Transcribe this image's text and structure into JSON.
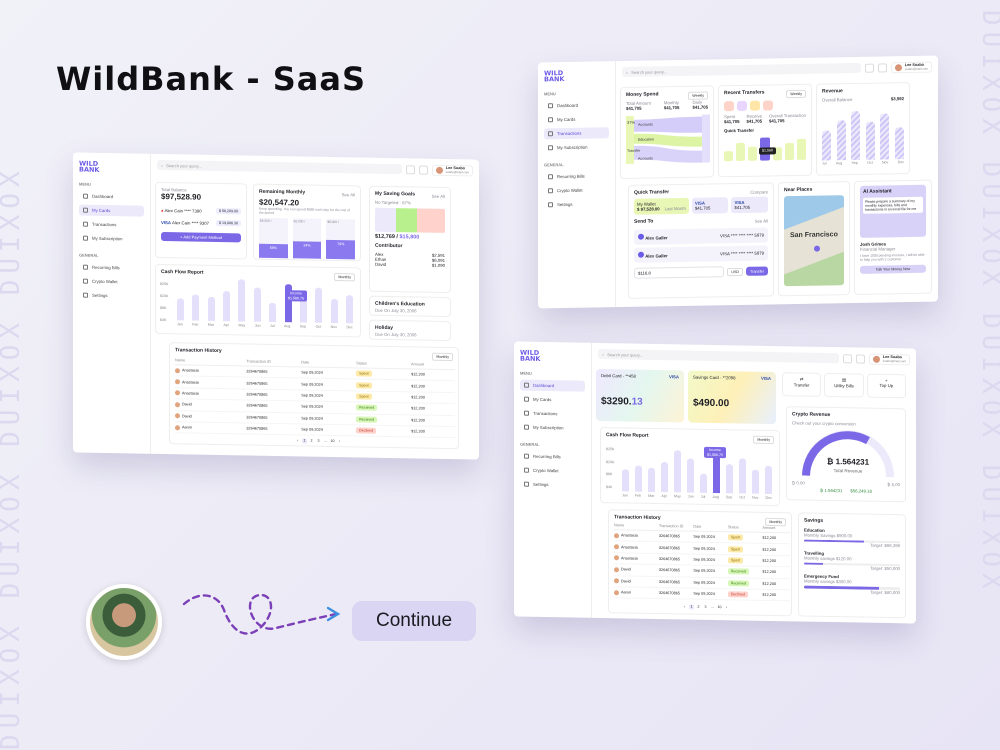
{
  "page": {
    "title": "WildBank - SaaS",
    "continue_label": "Continue",
    "deco_text": "DUIXOX DUIXOX DUIXOX DUIXOX"
  },
  "app": {
    "logo_top": "WILD",
    "logo_bottom": "BANK",
    "menu_heading": "MENU",
    "general_heading": "GENERAL",
    "menu": [
      "Dashboard",
      "My Cards",
      "Transactions",
      "My Subscription"
    ],
    "general": [
      "Recurring Bills",
      "Crypto Wallet",
      "Settings"
    ],
    "search_placeholder": "Search your query...",
    "user_name": "Lee Soabo",
    "user_email": "soabo@mail.com"
  },
  "shot1": {
    "total_balance_label": "Total Balance",
    "total_balance": "$97,528.90",
    "cards": [
      {
        "name": "Alex Cain",
        "number": "**** 7390",
        "amount": "$ 56,209.00"
      },
      {
        "name": "Alex Cain",
        "number": "**** 9307",
        "amount": "$ 19,006.30"
      }
    ],
    "add_payment": "+ Add Payment Method",
    "remaining_label": "Remaining Monthly",
    "remaining_amount": "$20,547.20",
    "remaining_note": "Keep spending. You can spend $580 each day for the rest of the period",
    "see_all": "See All",
    "budget_pcts": [
      "56%",
      "34%",
      "79%"
    ],
    "budget_vals": [
      "$6,000 /",
      "$2,000 /",
      "$8,000 /"
    ],
    "saving_goals_label": "My Saving Goals",
    "no_targeted": "No Targeted",
    "target_pct": "87%",
    "goal_amount": "$12,769",
    "goal_target": "$15,800",
    "contributor_label": "Contributor",
    "contributors": [
      {
        "name": "Alex",
        "amount": "$2,591"
      },
      {
        "name": "Ethan",
        "amount": "$6,091"
      },
      {
        "name": "David",
        "amount": "$1,090"
      }
    ],
    "childrens_education": "Children's Education",
    "childrens_due": "Due On July 30, 2006",
    "holiday": "Holiday",
    "holiday_due": "Due On July 30, 2006",
    "cashflow_label": "Cash Flow Report",
    "monthly": "Monthly",
    "months": [
      "Jan",
      "Feb",
      "Mar",
      "Apr",
      "May",
      "Jun",
      "Jul",
      "Aug",
      "Sep",
      "Oct",
      "Nov",
      "Dec"
    ],
    "y_ticks": [
      "$25K",
      "$20K",
      "$8K",
      "$4K"
    ],
    "tooltip_label": "Income",
    "tooltip_value": "$1,580.75",
    "history_label": "Transaction History",
    "table_headers": [
      "Name",
      "Transaction ID",
      "Date",
      "Status",
      "Amount"
    ],
    "rows": [
      [
        "Anastasia",
        "3264670865",
        "Sep 09,2024",
        "Spent",
        "$12,200"
      ],
      [
        "Anastasia",
        "3264670865",
        "Sep 09,2024",
        "Spent",
        "$12,200"
      ],
      [
        "Anastasia",
        "3264670865",
        "Sep 09,2024",
        "Spent",
        "$12,200"
      ],
      [
        "David",
        "3264670865",
        "Sep 09,2024",
        "Received",
        "$12,200"
      ],
      [
        "David",
        "3264670865",
        "Sep 09,2024",
        "Received",
        "$12,200"
      ],
      [
        "Aaron",
        "3264670865",
        "Sep 09,2024",
        "Declined",
        "$12,200"
      ]
    ],
    "pages": [
      "‹",
      "1",
      "2",
      "3",
      "...",
      "10",
      "›"
    ]
  },
  "shot2": {
    "money_spend": "Money Spend",
    "weekly": "Weekly",
    "stats": [
      {
        "label": "Total Amount",
        "val": "$41,705"
      },
      {
        "label": "Monthly",
        "val": "$41,705"
      },
      {
        "label": "Daily",
        "val": "$41,705"
      }
    ],
    "sankey_labels": [
      "37%",
      "Accounts",
      "Education",
      "Transfer",
      "Accounts"
    ],
    "recent_transfers": "Recent Transfers",
    "rt_stats": [
      {
        "label": "Spent",
        "val": "$41,705"
      },
      {
        "label": "Receive",
        "val": "$41,705"
      },
      {
        "label": "Overall Transaction",
        "val": "$41,705"
      }
    ],
    "quick_transfer_small": "Quick Transfer",
    "qt_tooltip": "$1,560",
    "revenue": "Revenue",
    "revenue_total": "$3,592",
    "overall_balance": "Overall Balance",
    "revenue_months": [
      "Jul",
      "Aug",
      "Sep",
      "Oct",
      "Nov",
      "Dec"
    ],
    "quick_transfer": "Quick Transfer",
    "compare": "Compare",
    "my_wallet": "My Wallet",
    "my_wallet_amount": "$ 97,528.00",
    "last_month": "Last Month",
    "wallet_amount2": "$41,705",
    "send_to": "Send To",
    "recipients": [
      {
        "name": "Alex Galler",
        "card": "VISA **** **** **** 5879"
      },
      {
        "name": "Alex Galler",
        "card": "VISA **** **** **** 5879"
      }
    ],
    "amount_input": "$116.8",
    "currency": "USD",
    "transfer_btn": "Transfer",
    "near_places": "Near Places",
    "map_city": "San Francisco",
    "ai_assistant": "AI Assistant",
    "ai_message": "Please prepare a summary of my monthly expenses, bills and transactions in an excel file for me",
    "ai_user": "Josh Grimes",
    "ai_user_role": "Financial Manager",
    "ai_note": "I have 1000 pending invoices, I will be able to help you with 1 customer",
    "ai_btn": "Talk Your Money Now"
  },
  "shot3": {
    "debit_card": "Debit Card - **458",
    "debit_amount_main": "$3290.",
    "debit_amount_cents": "13",
    "savings_card": "Savings Card - **2098",
    "savings_amount": "$490.00",
    "actions": [
      "Transfer",
      "Utility Bills",
      "Top Up"
    ],
    "crypto_revenue": "Crypto Revenue",
    "crypto_note": "Check out your crypto conversion",
    "crypto_total": "₿ 1.564231",
    "crypto_total_label": "Total Revenue",
    "crypto_left": "₿ 0.00",
    "crypto_right": "₿ 5.00",
    "crypto_foot_a": "₿ 1.564231",
    "crypto_foot_b": "$56,249.18",
    "savings": "Savings",
    "saving_items": [
      {
        "name": "Education",
        "sub": "Monthly Savings $900.00",
        "target": "Target: $66,396",
        "pct": 0.62
      },
      {
        "name": "Travelling",
        "sub": "Monthly savings $120.00",
        "target": "Target: $50,000",
        "pct": 0.2
      },
      {
        "name": "Emergency Fund",
        "sub": "Monthly savings $300.00",
        "target": "Target: $80,000",
        "pct": 0.78
      }
    ]
  },
  "colors": {
    "accent": "#7a68e6",
    "accent_soft": "#e4dffb",
    "lime": "#e9f7b6"
  }
}
